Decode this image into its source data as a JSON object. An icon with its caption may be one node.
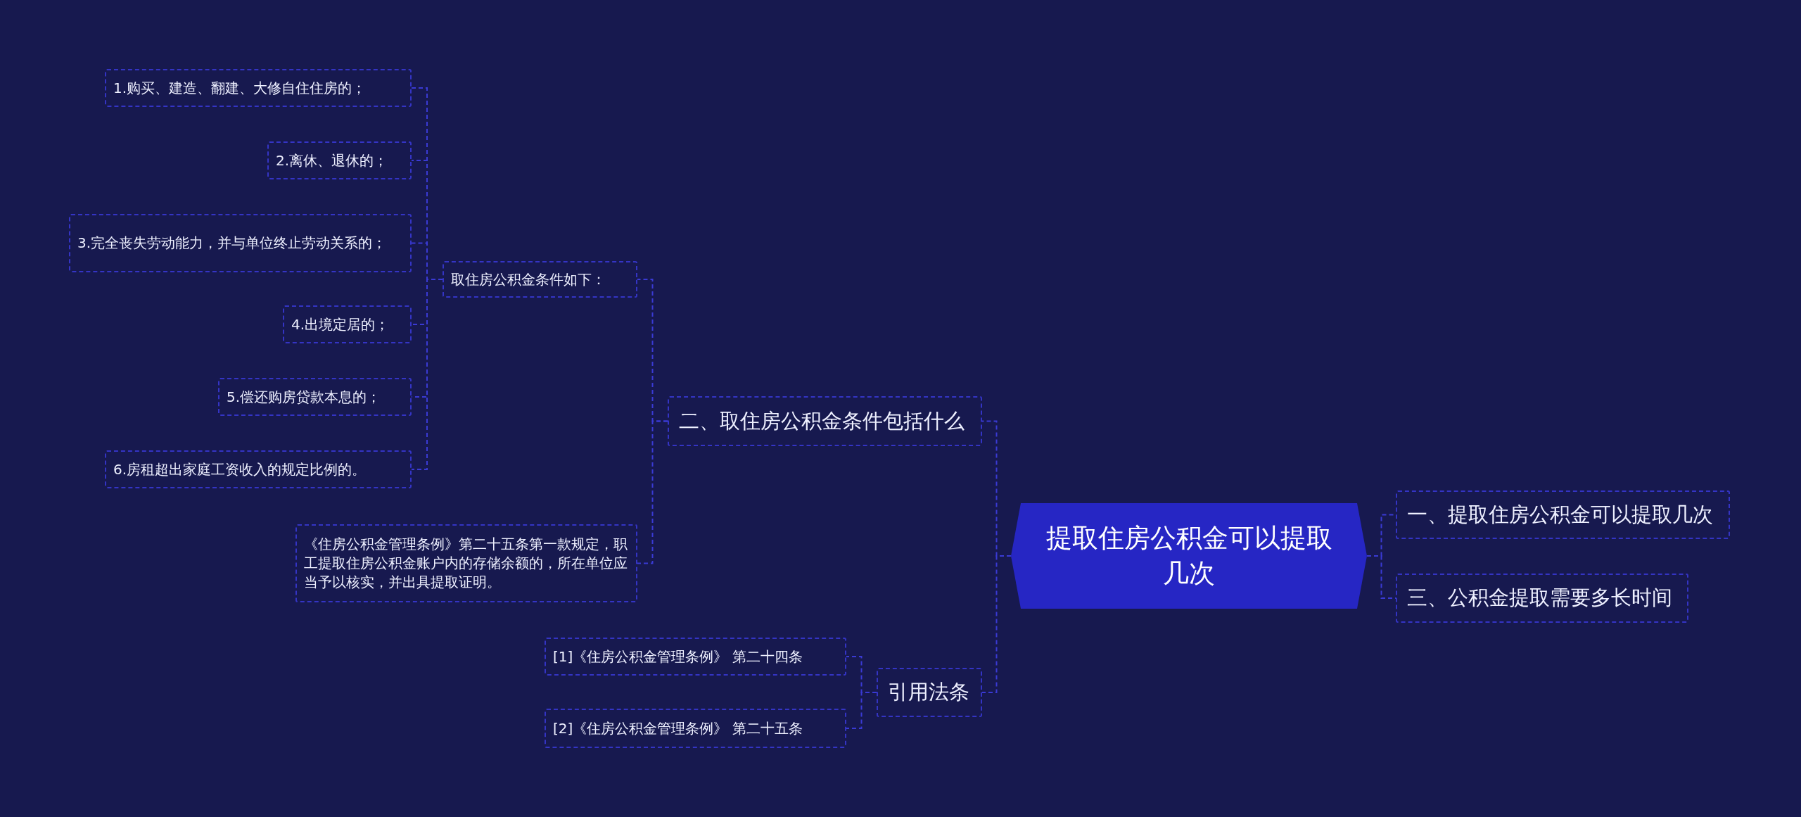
{
  "diagram": {
    "nodes": [
      {
        "text": [
          "提取住房公积金可以提取几次"
        ]
      },
      {
        "text": [
          "一、提取住房公积金可以提取几次"
        ]
      },
      {
        "text": [
          "三、公积金提取需要多长时间"
        ]
      },
      {
        "text": [
          "二、取住房公积金条件包括什么"
        ]
      },
      {
        "text": [
          "取住房公积金条件如下："
        ]
      },
      {
        "text": [
          "1.购买、建造、翻建、大修自住住房的；"
        ]
      },
      {
        "text": [
          "2.离休、退休的；"
        ]
      },
      {
        "text": [
          "3.完全丧失劳动能力，并与单位终止劳动关系的；"
        ]
      },
      {
        "text": [
          "4.出境定居的；"
        ]
      },
      {
        "text": [
          "5.偿还购房贷款本息的；"
        ]
      },
      {
        "text": [
          "6.房租超出家庭工资收入的规定比例的。"
        ]
      },
      {
        "text": [
          "《住房公积金管理条例》第二十五条第一款规定，职工提取住房公积金账户内的存储余额的，所在单位应当予以核实，并出具提取证明。"
        ]
      },
      {
        "text": [
          "引用法条"
        ]
      },
      {
        "text": [
          "[1]《住房公积金管理条例》 第二十四条"
        ]
      },
      {
        "text": [
          "[2]《住房公积金管理条例》 第二十五条"
        ]
      }
    ],
    "edges": [
      {
        "from": 0,
        "to": 1,
        "arrow": "none"
      },
      {
        "from": 0,
        "to": 2,
        "arrow": "none"
      },
      {
        "from": 0,
        "to": 3,
        "arrow": "none"
      },
      {
        "from": 0,
        "to": 12,
        "arrow": "none"
      },
      {
        "from": 3,
        "to": 4,
        "arrow": "none"
      },
      {
        "from": 3,
        "to": 11,
        "arrow": "none"
      },
      {
        "from": 4,
        "to": 5,
        "arrow": "none"
      },
      {
        "from": 4,
        "to": 6,
        "arrow": "none"
      },
      {
        "from": 4,
        "to": 7,
        "arrow": "none"
      },
      {
        "from": 4,
        "to": 8,
        "arrow": "none"
      },
      {
        "from": 4,
        "to": 9,
        "arrow": "none"
      },
      {
        "from": 4,
        "to": 10,
        "arrow": "none"
      },
      {
        "from": 12,
        "to": 13,
        "arrow": "none"
      },
      {
        "from": 12,
        "to": 14,
        "arrow": "none"
      }
    ]
  }
}
